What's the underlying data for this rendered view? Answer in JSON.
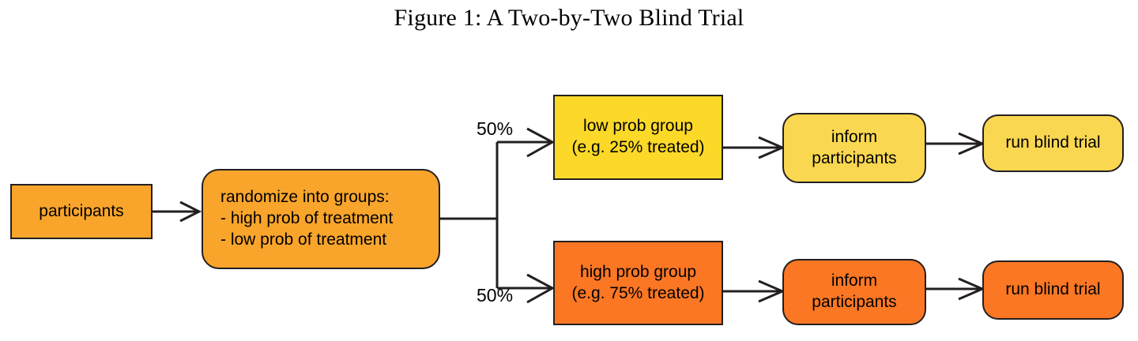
{
  "figure": {
    "title": "Figure 1: A Two-by-Two Blind Trial",
    "background_color": "#ffffff",
    "stroke_color": "#231f20"
  },
  "palette": {
    "orange_mid": "#f9a52b",
    "yellow_bright": "#fcd928",
    "yellow_light": "#fad750",
    "orange_deep": "#fb7724"
  },
  "nodes": {
    "participants": {
      "label": "participants",
      "fill": "#f9a52b",
      "shape": "rectangle"
    },
    "randomize": {
      "label": "randomize into groups:\n- high prob of treatment\n- low prob of treatment",
      "fill": "#f9a52b",
      "shape": "rounded-rectangle"
    },
    "low_prob_group": {
      "label": "low prob group\n(e.g. 25% treated)",
      "fill": "#fcd928",
      "shape": "rectangle"
    },
    "high_prob_group": {
      "label": "high prob group\n(e.g. 75% treated)",
      "fill": "#fb7724",
      "shape": "rectangle"
    },
    "inform_top": {
      "label": "inform\nparticipants",
      "fill": "#fad750",
      "shape": "rounded-rectangle"
    },
    "trial_top": {
      "label": "run blind trial",
      "fill": "#fad750",
      "shape": "rounded-rectangle"
    },
    "inform_bottom": {
      "label": "inform\nparticipants",
      "fill": "#fb7724",
      "shape": "rounded-rectangle"
    },
    "trial_bottom": {
      "label": "run blind trial",
      "fill": "#fb7724",
      "shape": "rounded-rectangle"
    }
  },
  "edge_labels": {
    "top_branch": "50%",
    "bottom_branch": "50%"
  },
  "edges": [
    {
      "from": "participants",
      "to": "randomize",
      "label": ""
    },
    {
      "from": "randomize",
      "to": "low_prob_group",
      "label": "50%"
    },
    {
      "from": "randomize",
      "to": "high_prob_group",
      "label": "50%"
    },
    {
      "from": "low_prob_group",
      "to": "inform_top",
      "label": ""
    },
    {
      "from": "inform_top",
      "to": "trial_top",
      "label": ""
    },
    {
      "from": "high_prob_group",
      "to": "inform_bottom",
      "label": ""
    },
    {
      "from": "inform_bottom",
      "to": "trial_bottom",
      "label": ""
    }
  ]
}
